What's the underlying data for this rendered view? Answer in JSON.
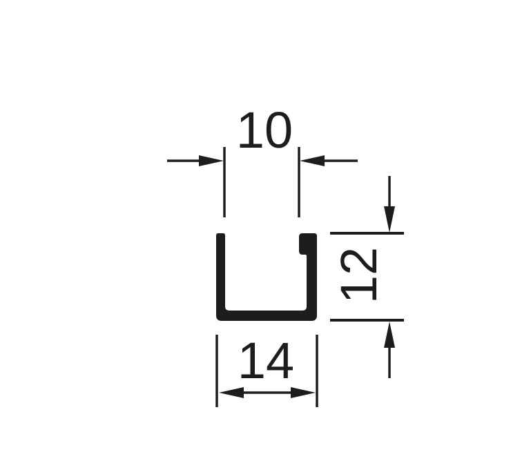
{
  "colors": {
    "ink": "#1d1d1b",
    "background": "#ffffff"
  },
  "drawing": {
    "dimensions": {
      "top_width": {
        "value": "10"
      },
      "height": {
        "value": "12"
      },
      "bottom_width": {
        "value": "14"
      }
    }
  }
}
